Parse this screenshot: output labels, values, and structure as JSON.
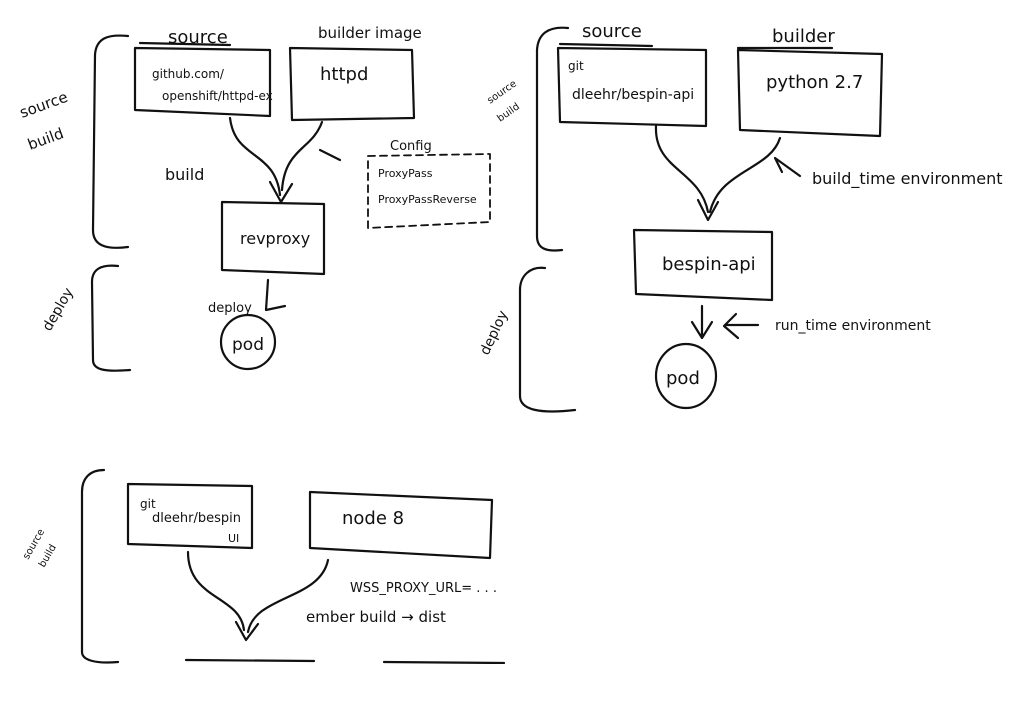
{
  "diagram1": {
    "bracket_build_label": [
      "source",
      "build"
    ],
    "bracket_deploy_label": "deploy",
    "source_header": "source",
    "builder_header": "builder image",
    "source_box": [
      "github.com/",
      "openshift/httpd-ex"
    ],
    "builder_box": "httpd",
    "build_label": "build",
    "config_title": "Config",
    "config_items": [
      "ProxyPass",
      "ProxyPassReverse"
    ],
    "output_box": "revproxy",
    "deploy_label": "deploy",
    "pod": "pod"
  },
  "diagram2": {
    "bracket_build_label": [
      "source",
      "build"
    ],
    "bracket_deploy_label": "deploy",
    "source_header": "source",
    "builder_header": "builder",
    "source_prefix": "git",
    "source_box": "dleehr/bespin-api",
    "builder_box": "python 2.7",
    "build_env_label": "build_time environment",
    "output_box": "bespin-api",
    "runtime_env_label": "run_time environment",
    "pod": "pod"
  },
  "diagram3": {
    "bracket_build_label": [
      "source",
      "build"
    ],
    "source_prefix": "git",
    "source_box": [
      "dleehr/bespin",
      "UI"
    ],
    "builder_box": "node 8",
    "env_label": "WSS_PROXY_URL= . . .",
    "build_label": "ember build → dist"
  }
}
